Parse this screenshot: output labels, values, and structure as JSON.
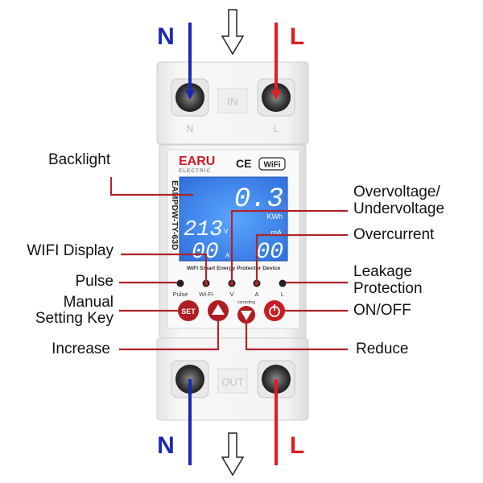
{
  "poles": {
    "neutral": "N",
    "live": "L"
  },
  "colors": {
    "neutral": "#1a2ab0",
    "live": "#e31b23",
    "leader": "#b0232a",
    "display_bg": "#3f8ef0",
    "device_body": "#f2f2f2"
  },
  "device": {
    "brand": "EARU",
    "brand_sub": "ELECTRIC",
    "ce_mark": "CE",
    "wifi_badge": "WiFi",
    "model": "EAMPDW-TY-63D",
    "top_window": "IN",
    "bottom_window": "OUT",
    "terminal_top_left": "N",
    "terminal_top_right": "L",
    "subtitle": "WiFi Smart Energy Protector Device",
    "display": {
      "reading_top": "0.3",
      "unit_top": "KWh",
      "reading_left_top": "213",
      "unit_left_top": "V",
      "reading_left_bottom": "00",
      "unit_left_bottom": "A",
      "unit_right": "mA",
      "reading_right": "00"
    },
    "indicators": [
      "Pulse",
      "Wi-Fi",
      "V",
      "A",
      "L"
    ],
    "buttons": {
      "set": "SET",
      "correcting": "correcting"
    }
  },
  "callouts": {
    "backlight": "Backlight",
    "wifi_display": "WIFI Display",
    "pulse": "Pulse",
    "manual_line1": "Manual",
    "manual_line2": "Setting Key",
    "increase": "Increase",
    "overvoltage_line1": "Overvoltage/",
    "overvoltage_line2": "Undervoltage",
    "overcurrent": "Overcurrent",
    "leakage_line1": "Leakage",
    "leakage_line2": "Protection",
    "onoff": "ON/OFF",
    "reduce": "Reduce"
  }
}
